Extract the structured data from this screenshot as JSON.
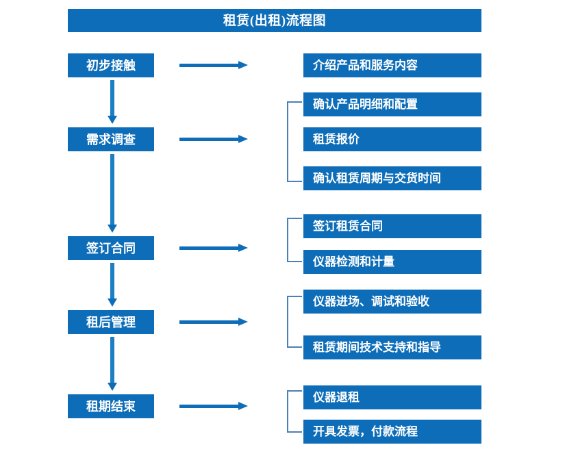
{
  "diagram": {
    "title": "租赁(出租)流程图",
    "accent_color": "#0E6DB8",
    "bracket_color": "#4A81B4",
    "arrow_color": "#0E6DB8",
    "background_color": "#FFFFFF"
  },
  "stages": [
    {
      "label": "初步接触"
    },
    {
      "label": "需求调查"
    },
    {
      "label": "签订合同"
    },
    {
      "label": "租后管理"
    },
    {
      "label": "租期结束"
    }
  ],
  "tasks": [
    {
      "label": "介绍产品和服务内容"
    },
    {
      "label": "确认产品明细和配置"
    },
    {
      "label": "租赁报价"
    },
    {
      "label": "确认租赁周期与交货时间"
    },
    {
      "label": "签订租赁合同"
    },
    {
      "label": "仪器检测和计量"
    },
    {
      "label": "仪器进场、调试和验收"
    },
    {
      "label": "租赁期间技术支持和指导"
    },
    {
      "label": "仪器退租"
    },
    {
      "label": "开具发票，付款流程"
    }
  ]
}
